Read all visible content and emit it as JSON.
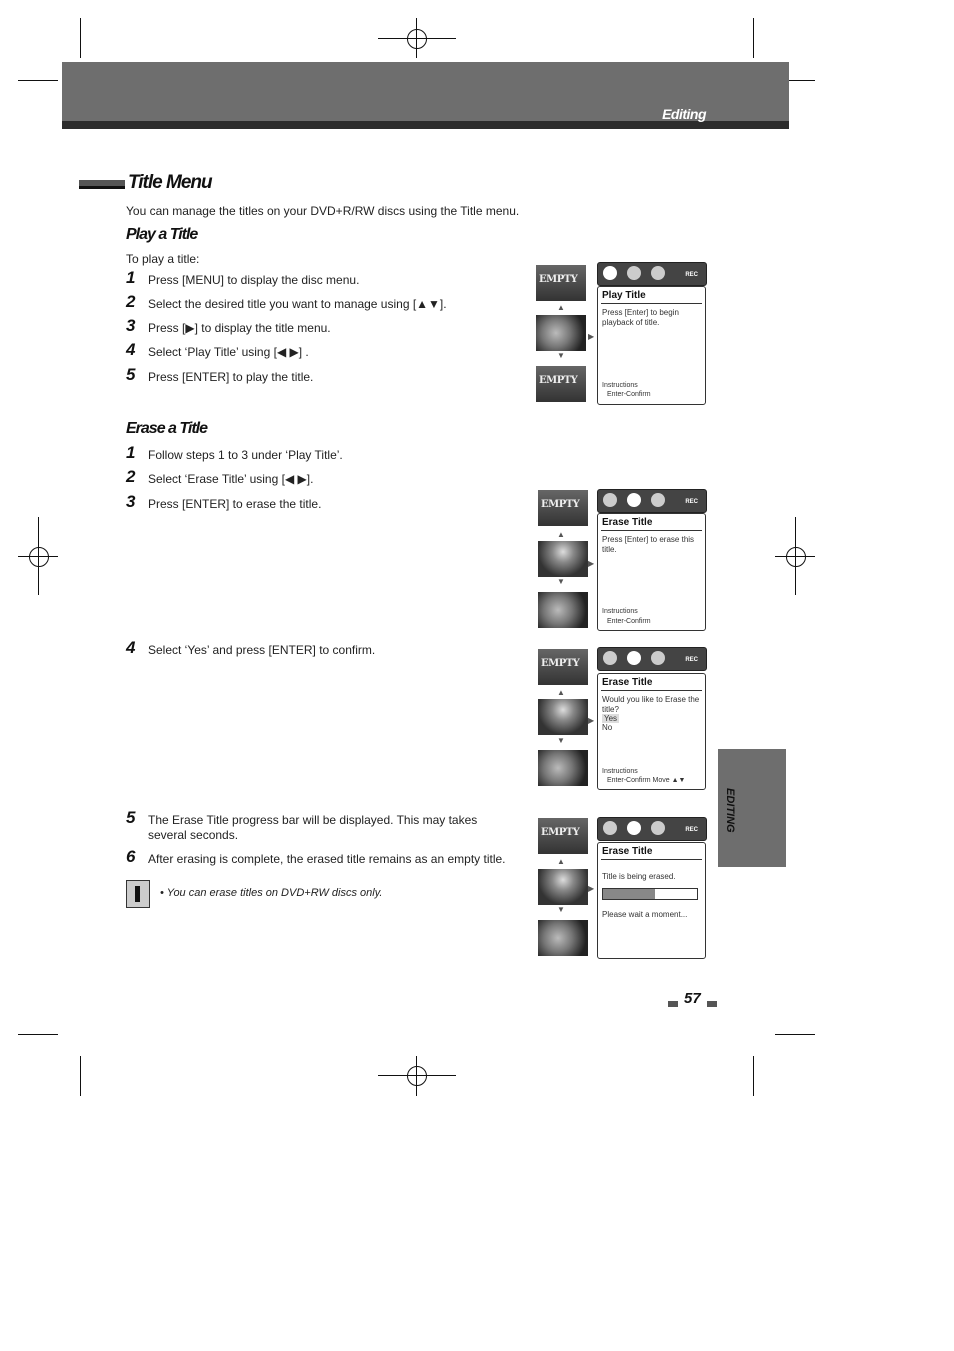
{
  "header": {
    "section_label": "Editing"
  },
  "title": "Title Menu",
  "intro": "You can manage the titles on your DVD+R/RW discs using the Title menu.",
  "play": {
    "heading": "Play a Title",
    "lead": "To play a title:",
    "steps": [
      {
        "num": "1",
        "text": "Press [MENU] to display the disc menu."
      },
      {
        "num": "2",
        "text": "Select the desired title you want to manage using [▲▼]."
      },
      {
        "num": "3",
        "text": "Press [▶] to display the title menu."
      },
      {
        "num": "4",
        "text": "Select ‘Play Title’ using [◀ ▶] ."
      },
      {
        "num": "5",
        "text": "Press [ENTER] to play the title."
      }
    ]
  },
  "erase": {
    "heading": "Erase a Title",
    "steps": [
      {
        "num": "1",
        "text": "Follow steps 1 to 3 under ‘Play Title’."
      },
      {
        "num": "2",
        "text": "Select ‘Erase Title’ using [◀ ▶]."
      },
      {
        "num": "3",
        "text": "Press [ENTER] to erase the title."
      },
      {
        "num": "4",
        "text": "Select ‘Yes’  and press [ENTER] to confirm."
      },
      {
        "num": "5",
        "text": "The Erase Title progress bar will be displayed. This may takes several seconds."
      },
      {
        "num": "6",
        "text": "After erasing is complete, the erased title remains as an empty title."
      }
    ]
  },
  "note": "•   You can erase titles on DVD+RW discs only.",
  "side_tab": "EDITING",
  "page_number": "57",
  "screens": {
    "thumb_label": "EMPTY",
    "rec_label": "REC",
    "play": {
      "title": "Play Title",
      "body": "Press [Enter] to begin playback of title.",
      "foot1": "Instructions",
      "foot2": "Enter-Confirm"
    },
    "erase1": {
      "title": "Erase Title",
      "body": "Press [Enter] to erase this title.",
      "foot1": "Instructions",
      "foot2": "Enter-Confirm"
    },
    "erase2": {
      "title": "Erase Title",
      "body": "Would you like to Erase the title?",
      "yes": "Yes",
      "no": "No",
      "foot1": "Instructions",
      "foot2": "Enter-Confirm   Move ▲▼"
    },
    "erase3": {
      "title": "Erase Title",
      "body": "Title is being erased.",
      "progress": 0.55,
      "wait": "Please wait a moment..."
    }
  }
}
